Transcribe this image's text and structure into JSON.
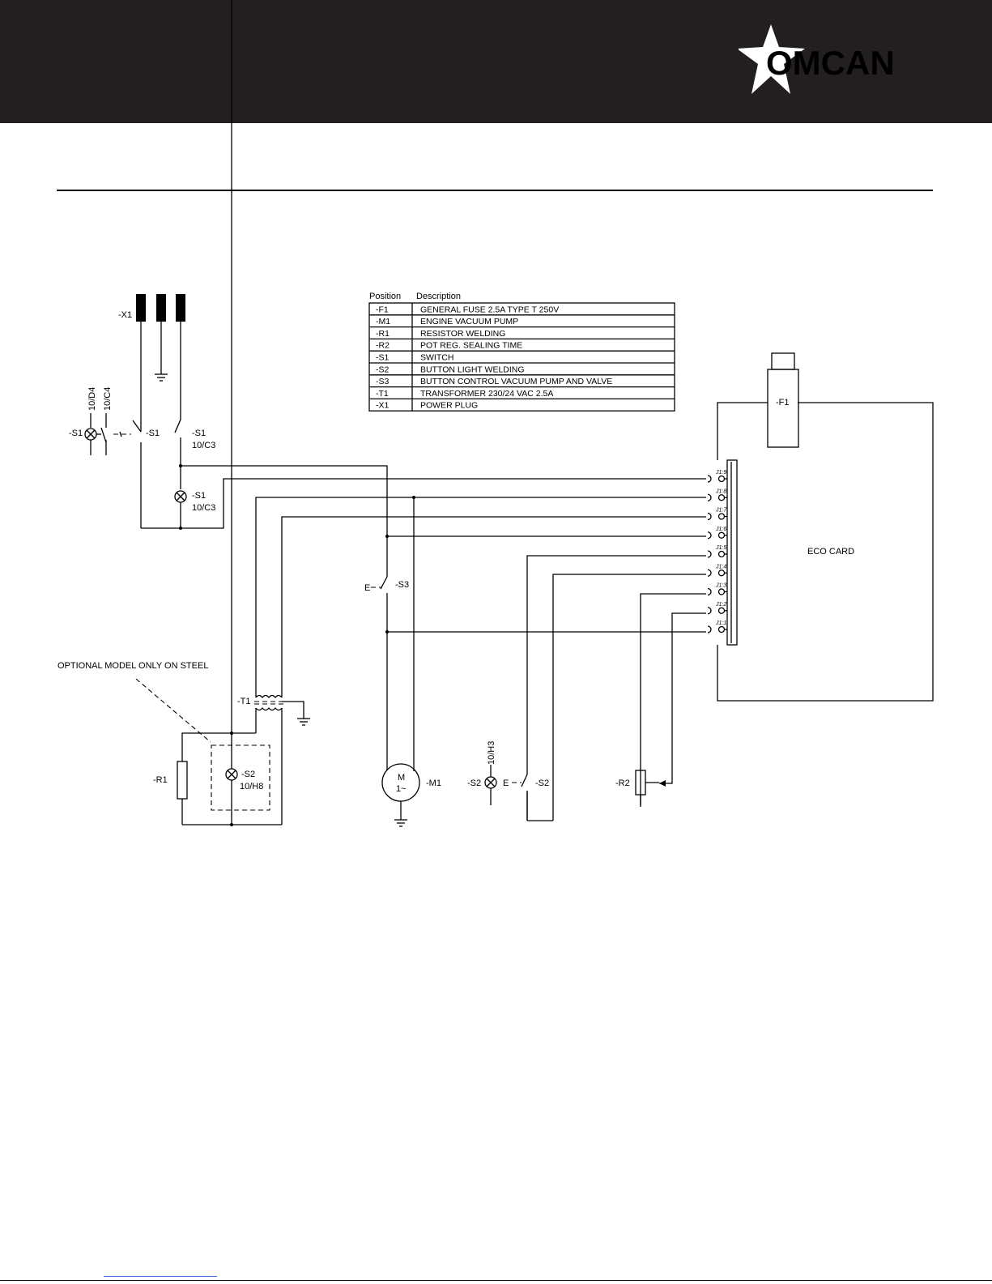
{
  "brand": {
    "name": "OMCAN"
  },
  "legend": {
    "headers": {
      "position": "Position",
      "description": "Description"
    },
    "rows": [
      {
        "position": "-F1",
        "description": "GENERAL FUSE 2.5A TYPE T 250V"
      },
      {
        "position": "-M1",
        "description": "ENGINE VACUUM PUMP"
      },
      {
        "position": "-R1",
        "description": "RESISTOR WELDING"
      },
      {
        "position": "-R2",
        "description": "POT REG. SEALING TIME"
      },
      {
        "position": "-S1",
        "description": "SWITCH"
      },
      {
        "position": "-S2",
        "description": "BUTTON LIGHT WELDING"
      },
      {
        "position": "-S3",
        "description": "BUTTON CONTROL VACUUM PUMP AND VALVE"
      },
      {
        "position": "-T1",
        "description": "TRANSFORMER 230/24 VAC 2.5A"
      },
      {
        "position": "-X1",
        "description": "POWER PLUG"
      }
    ]
  },
  "labels": {
    "x1": "-X1",
    "s1_lamp": "-S1",
    "ref_d4": "10/D4",
    "ref_c4": "10/C4",
    "s1_switch_a": "-S1",
    "s1_switch_b": "-S1",
    "s1_switch_b_ref": "10/C3",
    "s1_lamp2": "-S1",
    "s1_lamp2_ref": "10/C3",
    "s3": "-S3",
    "s3_e": "E",
    "optional_note": "OPTIONAL MODEL ONLY ON STEEL",
    "t1": "-T1",
    "r1": "-R1",
    "s2_lamp_a": "-S2",
    "s2_lamp_a_ref": "10/H8",
    "m1_letter": "M",
    "m1_phase": "1~",
    "m1": "-M1",
    "s2_lamp_b": "-S2",
    "ref_h3": "10/H3",
    "s2_e": "E",
    "s2_switch": "-S2",
    "r2": "-R2",
    "f1": "-F1",
    "eco_card": "ECO CARD"
  },
  "connector": {
    "pins": [
      "J1:9",
      "J1:8",
      "J1:7",
      "J1:6",
      "J1:5",
      "J1:4",
      "J1:3",
      "J1:2",
      "J1:1"
    ]
  }
}
